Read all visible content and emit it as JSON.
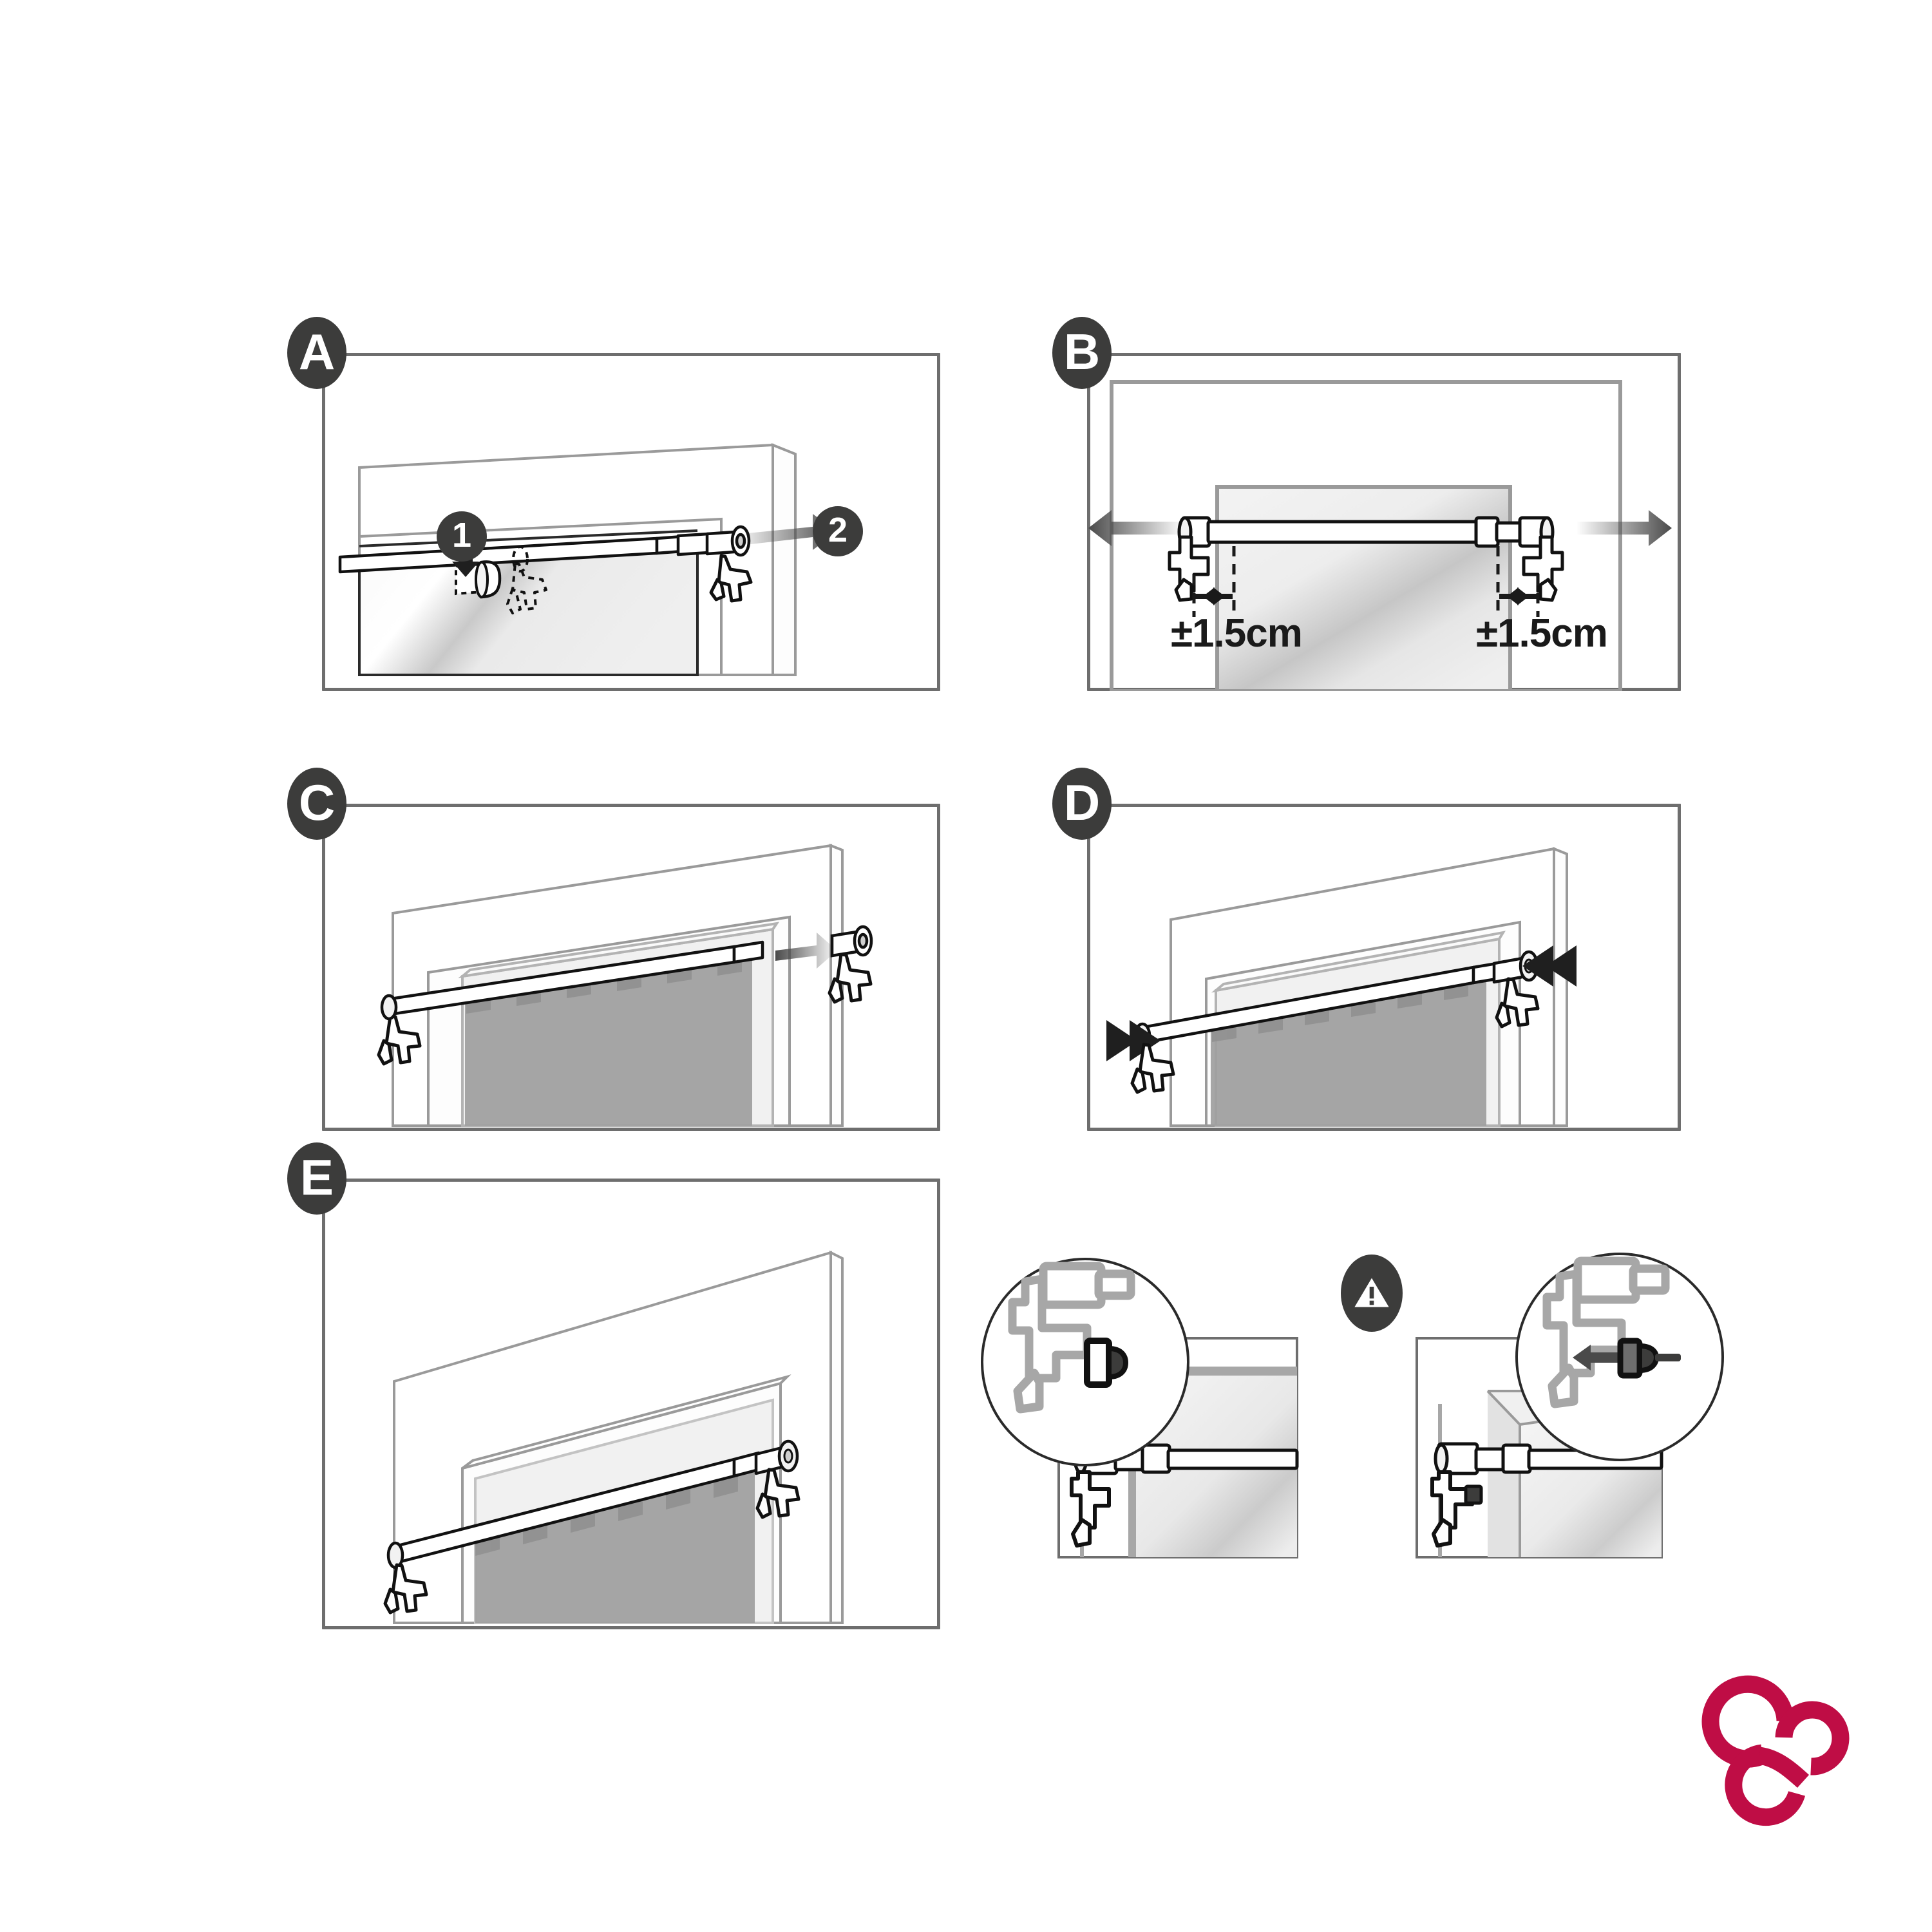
{
  "document": {
    "type": "assembly-instruction-diagram",
    "title": "Tension curtain rod installation instructions",
    "background_color": "#ffffff",
    "ink_color": "#1a1a1a",
    "frame_color": "#6e6e6e",
    "badge_color": "#3c3c3b",
    "badge_text_color": "#ffffff",
    "accent_color": "#bf0d45"
  },
  "panels": [
    {
      "id": "A",
      "label": "A",
      "name": "panel-a-remove-endcap",
      "description": "Window frame in perspective with tension rod; turn the end cap (step 1) and pull it off the rod (step 2).",
      "callouts": [
        {
          "id": "1",
          "label": "1",
          "name": "step-marker-1",
          "action": "twist-endcap"
        },
        {
          "id": "2",
          "label": "2",
          "name": "step-marker-2",
          "action": "pull-off-endcap"
        }
      ]
    },
    {
      "id": "B",
      "label": "B",
      "name": "panel-b-set-length",
      "description": "Front view of window recess. Extend the rod outward on both sides until it is about 1.5 cm wider than the opening on each side.",
      "measurements": [
        {
          "id": "left",
          "value": "±1.5cm",
          "name": "tolerance-left"
        },
        {
          "id": "right",
          "value": "±1.5cm",
          "name": "tolerance-right"
        }
      ]
    },
    {
      "id": "C",
      "label": "C",
      "name": "panel-c-thread-curtain",
      "description": "Slide the tab-top curtain onto the rod, then push the removed end cap back on.",
      "curtain_tabs": 6
    },
    {
      "id": "D",
      "label": "D",
      "name": "panel-d-tension-fit",
      "description": "Press the rod with the curtain into the window recess; both ends push outward against the reveal.",
      "curtain_tabs": 6
    },
    {
      "id": "E",
      "label": "E",
      "name": "panel-e-finished",
      "description": "Finished installation: rod mounted inside the window recess with the curtain hanging.",
      "curtain_tabs": 6
    }
  ],
  "detail_panels": [
    {
      "id": "detail-correct",
      "name": "detail-correct-mounting",
      "description": "Close-up: bracket foot with rubber tip resting flat against the flat window reveal.",
      "has_warning": false,
      "magnifier": {
        "name": "magnifier-circle-left",
        "shows": "bracket-foot-with-rubber-tip"
      }
    },
    {
      "id": "detail-warning",
      "name": "detail-warning-mounting",
      "description": "Warning: on a bevelled / sloping reveal the rubber tip must be pushed fully in so the bracket sits correctly.",
      "has_warning": true,
      "warning_icon": "warning-triangle-icon",
      "magnifier": {
        "name": "magnifier-circle-right",
        "shows": "rubber-tip-being-pushed-in"
      }
    }
  ],
  "logo": {
    "name": "brand-logo",
    "shape": "three-interlocking-rings",
    "color": "#bf0d45"
  }
}
